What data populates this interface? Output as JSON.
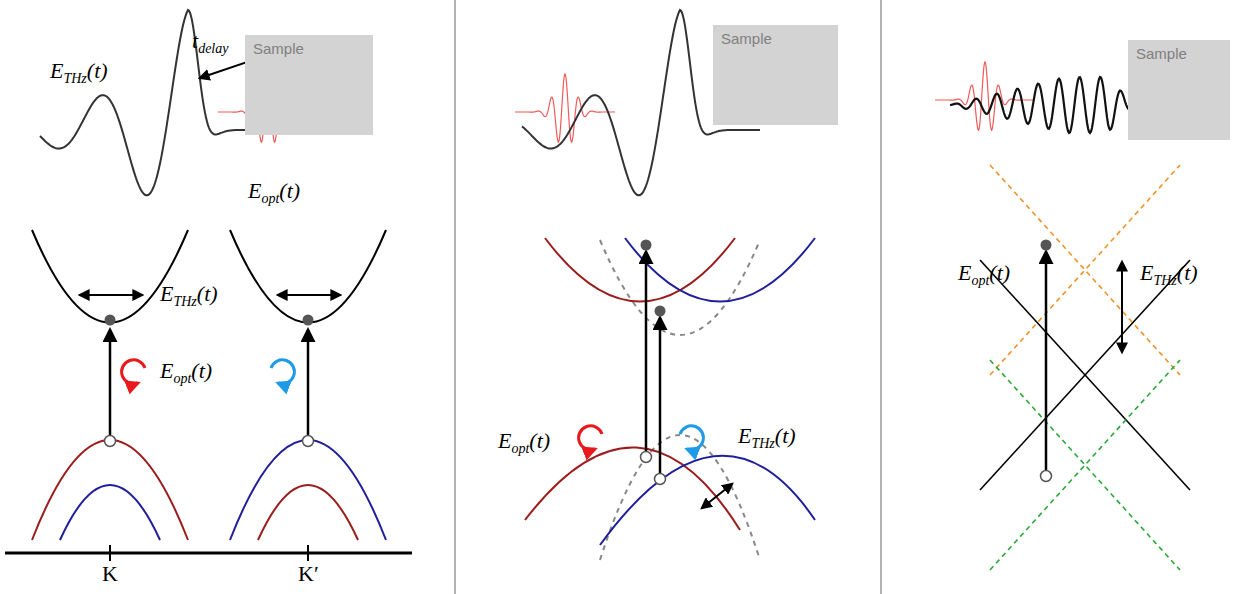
{
  "diagram": {
    "nodes": [
      {
        "text": [
          "Sample"
        ]
      },
      {
        "text": [
          "Sample"
        ]
      },
      {
        "text": [
          "Sample"
        ]
      }
    ],
    "labels": [
      "tdelay",
      "ETHz(t)",
      "Eopt(t)",
      "ETHz(t)",
      "Eopt(t)",
      "K",
      "K′",
      "Eopt(t)",
      "ETHz(t)",
      "Eopt(t)",
      "ETHz(t)"
    ]
  }
}
